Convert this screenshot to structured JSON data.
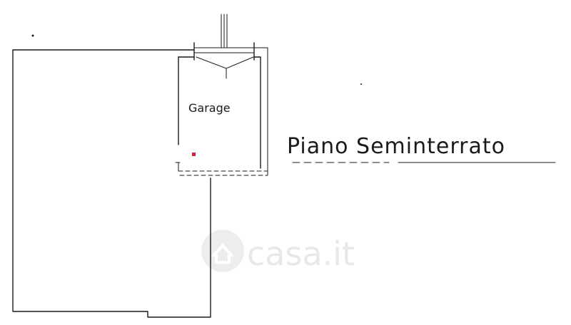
{
  "plan": {
    "room_label": "Garage",
    "floor_title": "Piano Seminterrato"
  },
  "watermark": {
    "text": "casa.it"
  },
  "colors": {
    "ink": "#1a1a1a",
    "marker": "#d0203a",
    "watermark": "#e6e6e6"
  }
}
